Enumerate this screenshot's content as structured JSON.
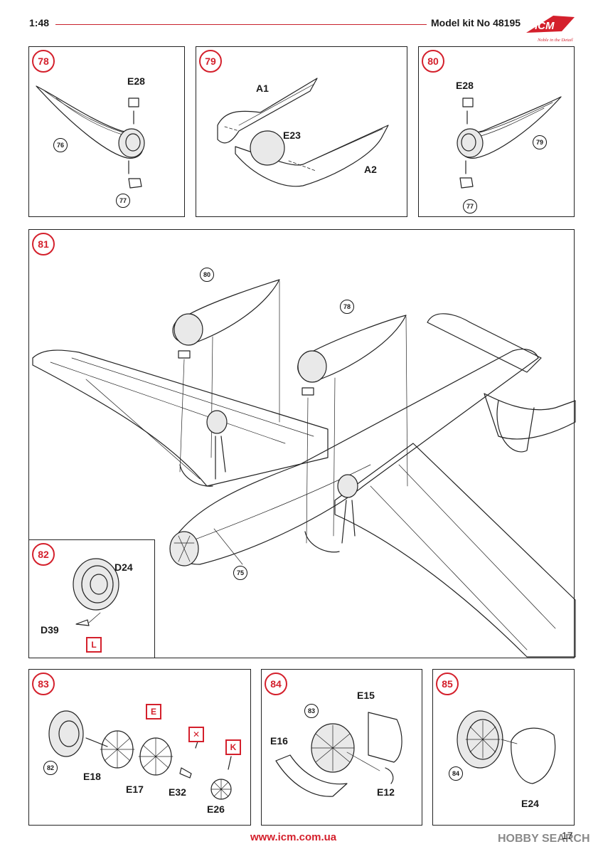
{
  "header": {
    "scale": "1:48",
    "kit": "Model kit No 48195",
    "logo": "ICM",
    "logo_tagline": "Noble in the Detail"
  },
  "steps": {
    "s78": {
      "number": "78",
      "parts": [
        "E28"
      ],
      "refs": [
        "76",
        "77"
      ]
    },
    "s79": {
      "number": "79",
      "parts": [
        "A1",
        "E23",
        "A2"
      ]
    },
    "s80": {
      "number": "80",
      "parts": [
        "E28"
      ],
      "refs": [
        "79",
        "77"
      ]
    },
    "s81": {
      "number": "81",
      "refs": [
        "80",
        "78",
        "75"
      ]
    },
    "s82": {
      "number": "82",
      "parts": [
        "D24",
        "D39"
      ],
      "paint": "L"
    },
    "s83": {
      "number": "83",
      "parts": [
        "E18",
        "E17",
        "E32",
        "E26"
      ],
      "refs": [
        "82"
      ],
      "paint": [
        "E",
        "K"
      ]
    },
    "s84": {
      "number": "84",
      "parts": [
        "E15",
        "E16",
        "E12"
      ],
      "refs": [
        "83"
      ]
    },
    "s85": {
      "number": "85",
      "parts": [
        "E24"
      ],
      "refs": [
        "84"
      ]
    }
  },
  "footer": {
    "url": "www.icm.com.ua",
    "page": "17",
    "watermark": "HOBBY SEARCH"
  }
}
